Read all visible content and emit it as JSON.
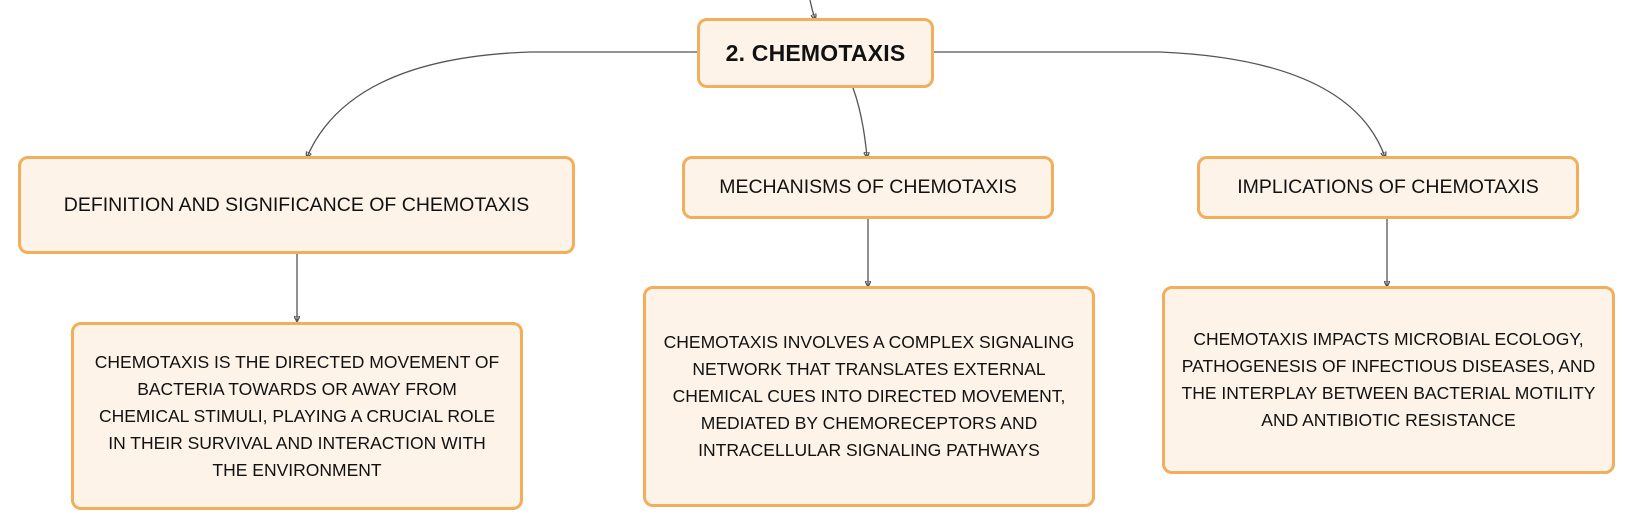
{
  "diagram": {
    "root": {
      "label": "2. CHEMOTAXIS"
    },
    "branches": [
      {
        "label": "DEFINITION AND SIGNIFICANCE OF CHEMOTAXIS",
        "detail": "CHEMOTAXIS IS THE DIRECTED MOVEMENT OF BACTERIA TOWARDS OR AWAY FROM CHEMICAL STIMULI, PLAYING A CRUCIAL ROLE IN THEIR SURVIVAL AND INTERACTION WITH THE ENVIRONMENT"
      },
      {
        "label": "MECHANISMS OF CHEMOTAXIS",
        "detail": "CHEMOTAXIS INVOLVES A COMPLEX SIGNALING NETWORK THAT TRANSLATES EXTERNAL CHEMICAL CUES INTO DIRECTED MOVEMENT, MEDIATED BY CHEMORECEPTORS AND INTRACELLULAR SIGNALING PATHWAYS"
      },
      {
        "label": "IMPLICATIONS OF CHEMOTAXIS",
        "detail": "CHEMOTAXIS IMPACTS MICROBIAL ECOLOGY, PATHOGENESIS OF INFECTIOUS DISEASES, AND THE INTERPLAY BETWEEN BACTERIAL MOTILITY AND ANTIBIOTIC RESISTANCE"
      }
    ],
    "colors": {
      "node_fill": "#fdf3e9",
      "node_border": "#f2ae5a",
      "connector": "#555555",
      "text": "#111111"
    }
  }
}
